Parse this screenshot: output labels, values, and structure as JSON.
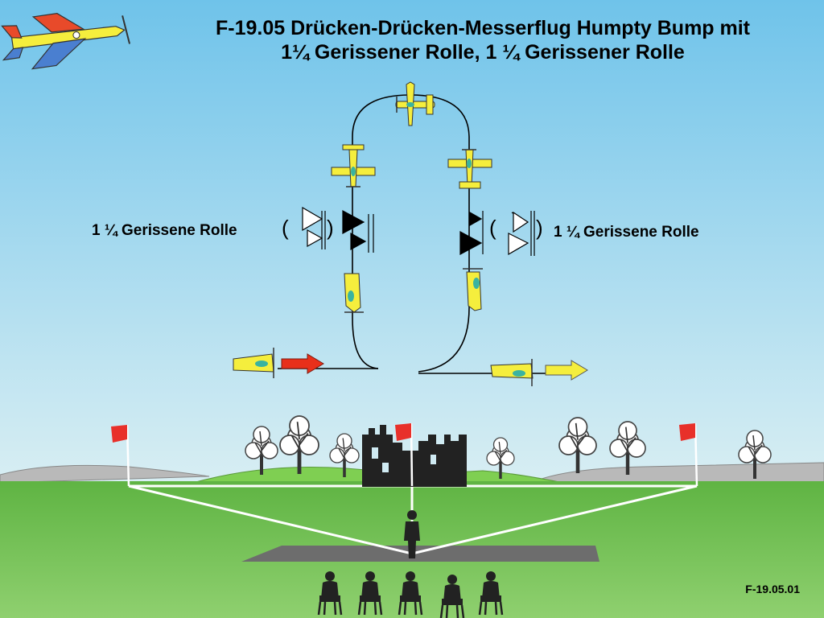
{
  "title": {
    "line1": "F-19.05 Drücken-Drücken-Messerflug Humpty Bump mit",
    "line2": "1¼ Gerissener Rolle, 1 ¼ Gerissener Rolle"
  },
  "labels": {
    "left_roll": "1 ¼ Gerissene Rolle",
    "right_roll": "1 ¼ Gerissene Rolle"
  },
  "figure_code": "F-19.05.01",
  "colors": {
    "sky_top": "#6fc3ea",
    "sky_bottom": "#cfeaf2",
    "grass": "#6abf4b",
    "grass_dark": "#4fa038",
    "plane_yellow": "#f5ee3d",
    "entry_arrow": "#e8301a",
    "exit_arrow": "#f5ee3d",
    "flag_red": "#e8302a",
    "hills_grey": "#b9b9b9",
    "runway": "#6d6d6d"
  },
  "icons": {
    "logo": "aerobatic-plane-logo",
    "snap_roll_symbol": "snap-roll-triangle-icon",
    "judge": "judge-silhouette-icon",
    "pilot": "pilot-silhouette-icon",
    "castle": "castle-ruin-icon",
    "tree": "tree-icon",
    "flag": "flag-icon"
  }
}
